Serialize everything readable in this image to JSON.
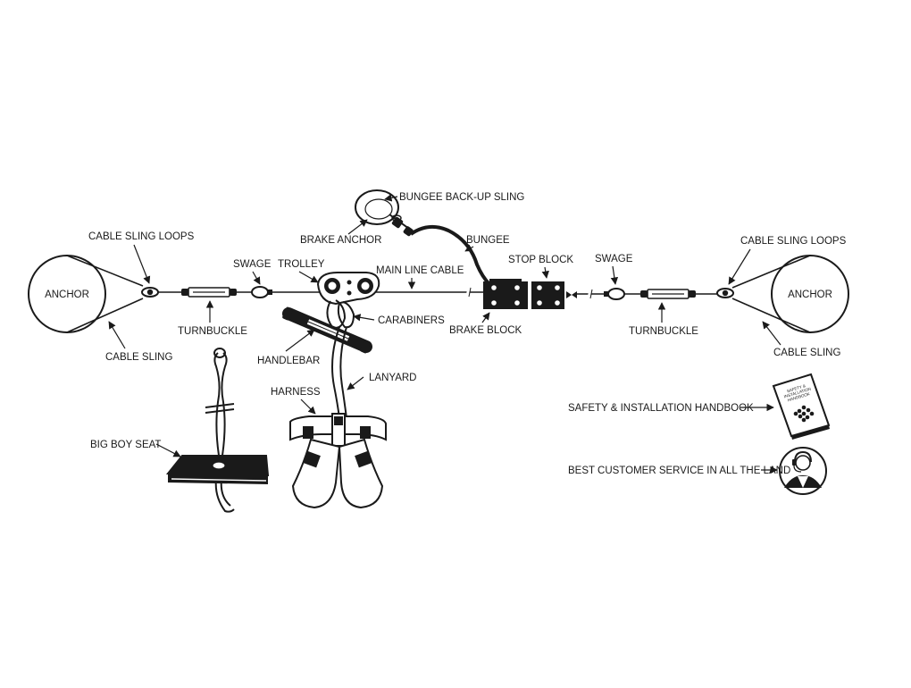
{
  "labels": {
    "anchor_left": "ANCHOR",
    "anchor_right": "ANCHOR",
    "cable_sling_loops_left": "CABLE SLING LOOPS",
    "cable_sling_loops_right": "CABLE SLING LOOPS",
    "cable_sling_left": "CABLE SLING",
    "cable_sling_right": "CABLE SLING",
    "turnbuckle_left": "TURNBUCKLE",
    "turnbuckle_right": "TURNBUCKLE",
    "swage_left": "SWAGE",
    "swage_right": "SWAGE",
    "trolley": "TROLLEY",
    "main_line_cable": "MAIN LINE CABLE",
    "bungee_backup_sling": "BUNGEE BACK-UP SLING",
    "brake_anchor": "BRAKE ANCHOR",
    "bungee": "BUNGEE",
    "stop_block": "STOP BLOCK",
    "brake_block": "BRAKE BLOCK",
    "carabiners": "CARABINERS",
    "handlebar": "HANDLEBAR",
    "lanyard": "LANYARD",
    "harness": "HARNESS",
    "big_boy_seat": "BIG BOY SEAT",
    "handbook": "SAFETY & INSTALLATION HANDBOOK",
    "customer_service": "BEST CUSTOMER SERVICE IN ALL THE LAND"
  },
  "handbook_cover": [
    "SAFETY &",
    "INSTALLATION",
    "HANDBOOK"
  ],
  "colors": {
    "line": "#1a1a1a",
    "background": "#ffffff",
    "fill_dark": "#1a1a1a",
    "fill_grey": "#d9d9d9"
  },
  "icons": [
    "anchor-tree",
    "turnbuckle",
    "swage-thimble",
    "trolley",
    "carabiner",
    "handlebar",
    "harness",
    "seat",
    "rope",
    "brake-block",
    "stop-block",
    "book",
    "headset-person"
  ]
}
